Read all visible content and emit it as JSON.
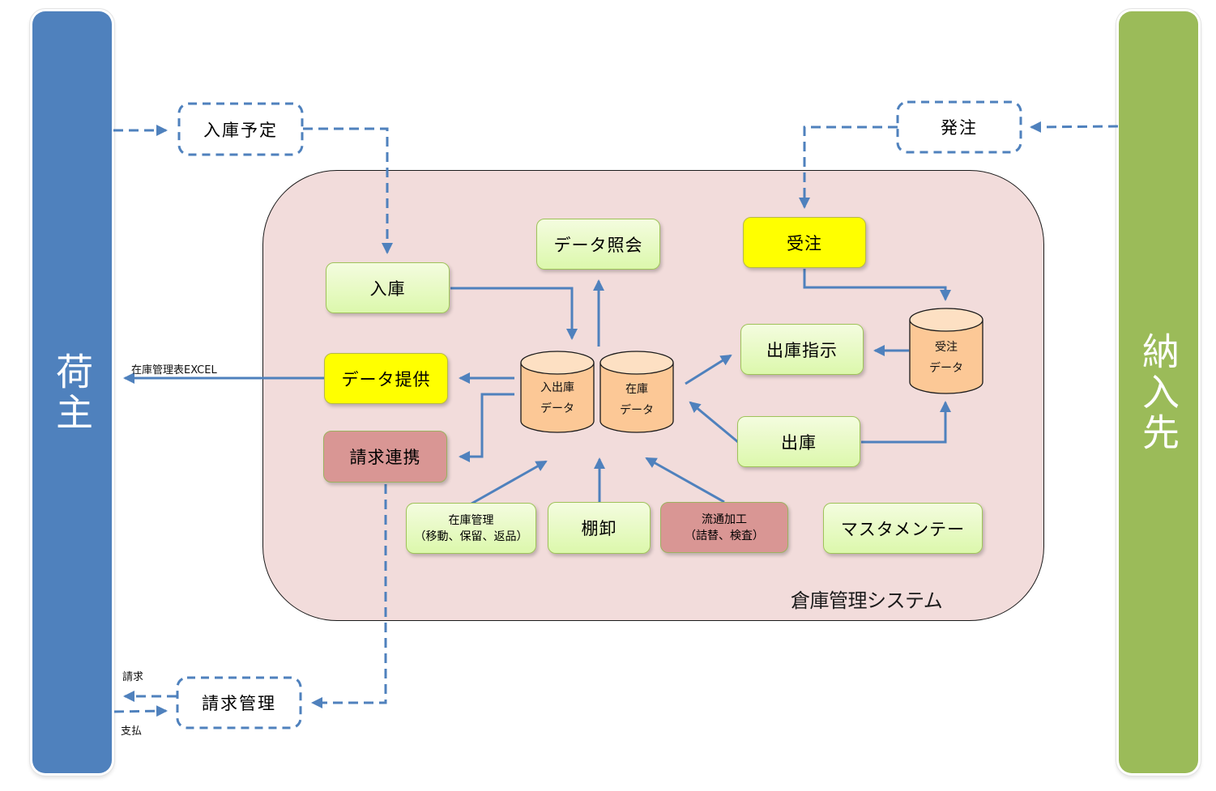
{
  "diagram": {
    "actors": {
      "shipper": "荷主",
      "consignee": "納入先"
    },
    "system": {
      "label": "倉庫管理システム"
    },
    "external_processes": {
      "receiving_schedule": "入庫予定",
      "purchase_order": "発注",
      "billing_management": "請求管理"
    },
    "processes": {
      "receiving": "入庫",
      "data_inquiry": "データ照会",
      "sales_order": "受注",
      "data_provision": "データ提供",
      "shipping_instruction": "出庫指示",
      "billing_link": "請求連携",
      "shipping": "出庫",
      "inventory_management": {
        "line1": "在庫管理",
        "line2": "（移動、保留、返品）"
      },
      "stocktaking": "棚卸",
      "distribution_processing": {
        "line1": "流通加工",
        "line2": "（詰替、検査）"
      },
      "master_maintenance": "マスタメンテー"
    },
    "data_stores": {
      "in_out_data": {
        "line1": "入出庫",
        "line2": "データ"
      },
      "inventory_data": {
        "line1": "在庫",
        "line2": "データ"
      },
      "order_data": {
        "line1": "受注",
        "line2": "データ"
      }
    },
    "edge_labels": {
      "excel_export": "在庫管理表EXCEL",
      "invoice": "請求",
      "payment": "支払"
    },
    "colors": {
      "shipper": "#4f81bd",
      "consignee": "#9bbb59",
      "arrow": "#4f81bd",
      "system_bg": "#f2dcdb",
      "process_green": "#dcf8ac",
      "process_yellow": "#ffff00",
      "process_red": "#d99694",
      "store_fill": "#fcc896"
    }
  }
}
